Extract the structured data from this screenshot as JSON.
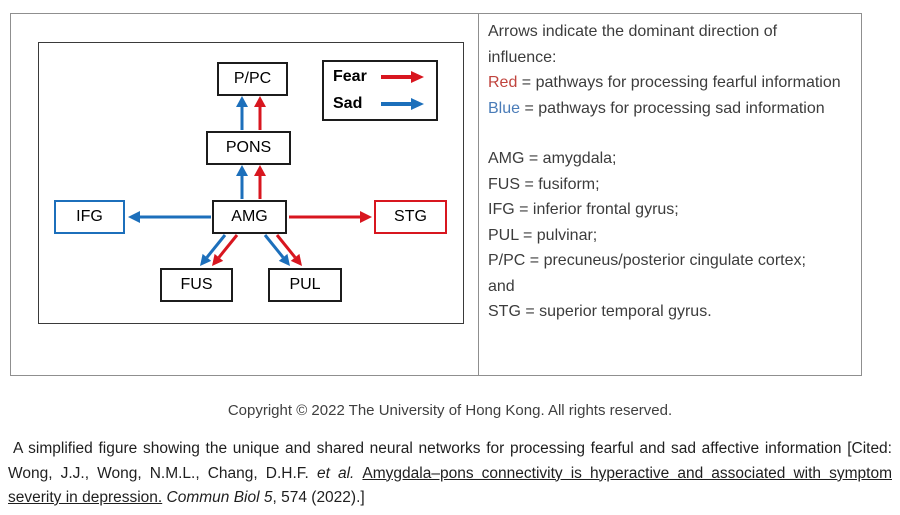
{
  "figure": {
    "colors": {
      "fear": "#d8161f",
      "sad": "#1c6fbb",
      "red_word": "#c0443e",
      "blue_word": "#4a7cb8"
    },
    "diagram": {
      "nodes": {
        "ppc": "P/PC",
        "pons": "PONS",
        "amg": "AMG",
        "ifg": "IFG",
        "stg": "STG",
        "fus": "FUS",
        "pul": "PUL"
      },
      "legend": {
        "fear": "Fear",
        "sad": "Sad"
      }
    },
    "info": {
      "line1": "Arrows indicate the dominant direction of influence:",
      "red_term": "Red",
      "red_desc": " = pathways for processing fearful information",
      "blue_term": "Blue",
      "blue_desc": " = pathways for processing sad information",
      "abbreviations": [
        "AMG = amygdala;",
        "FUS = fusiform;",
        "IFG = inferior frontal gyrus;",
        "PUL = pulvinar;",
        "P/PC = precuneus/posterior cingulate cortex;",
        "and",
        "STG = superior temporal gyrus."
      ]
    }
  },
  "copyright": "Copyright © 2022 The University of Hong Kong. All rights reserved.",
  "caption": {
    "lead": "A simplified figure showing the unique and shared neural networks for processing fearful and sad affective information [Cited: Wong, J.J., Wong, N.M.L., Chang, D.H.F. ",
    "etal": "et al. ",
    "title": "Amygdala–pons connectivity is hyperactive and associated with symptom severity in depression.",
    "journal": " Commun Biol",
    "volume": " 5",
    "tail": ", 574 (2022).]"
  }
}
